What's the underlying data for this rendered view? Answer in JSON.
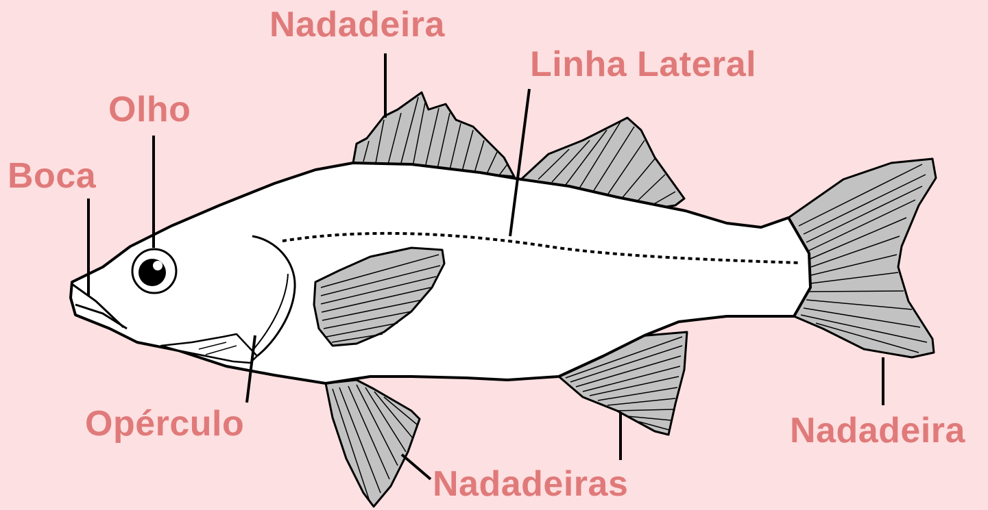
{
  "labels": {
    "nadadeira_dorsal": "Nadadeira",
    "linha_lateral": "Linha Lateral",
    "olho": "Olho",
    "boca": "Boca",
    "operculo": "Opérculo",
    "nadadeiras_ventrais": "Nadadeiras",
    "nadadeira_caudal": "Nadadeira"
  },
  "colors": {
    "background": "#fde0e1",
    "label_text": "#e07a7a",
    "fin_fill": "#c2c2c2",
    "body_fill": "#ffffff",
    "outline": "#000000"
  }
}
